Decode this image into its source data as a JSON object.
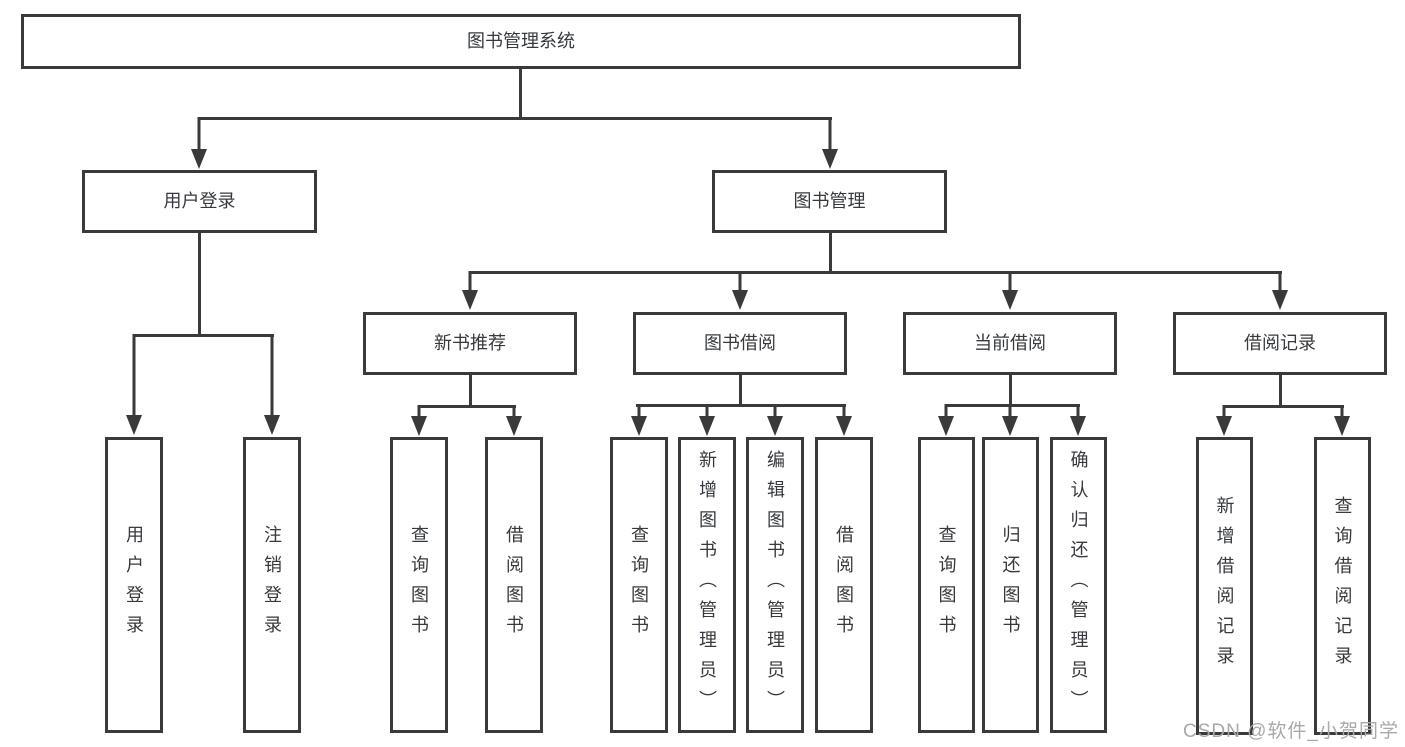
{
  "tree": {
    "label": "图书管理系统",
    "children": [
      {
        "label": "用户登录",
        "children": [
          {
            "label": "用户登录"
          },
          {
            "label": "注销登录"
          }
        ]
      },
      {
        "label": "图书管理",
        "children": [
          {
            "label": "新书推荐",
            "children": [
              {
                "label": "查询图书"
              },
              {
                "label": "借阅图书"
              }
            ]
          },
          {
            "label": "图书借阅",
            "children": [
              {
                "label": "查询图书"
              },
              {
                "label": "新增图书（管理员）"
              },
              {
                "label": "编辑图书（管理员）"
              },
              {
                "label": "借阅图书"
              }
            ]
          },
          {
            "label": "当前借阅",
            "children": [
              {
                "label": "查询图书"
              },
              {
                "label": "归还图书"
              },
              {
                "label": "确认归还（管理员）"
              }
            ]
          },
          {
            "label": "借阅记录",
            "children": [
              {
                "label": "新增借阅记录"
              },
              {
                "label": "查询借阅记录"
              }
            ]
          }
        ]
      }
    ]
  },
  "watermark": {
    "text": "CSDN @软件_小贺同学"
  },
  "colors": {
    "line": "#3a3a3a",
    "box_border": "#3a3a3a",
    "text": "#36393d",
    "watermark": "#a9a9a9",
    "background": "#ffffff"
  }
}
